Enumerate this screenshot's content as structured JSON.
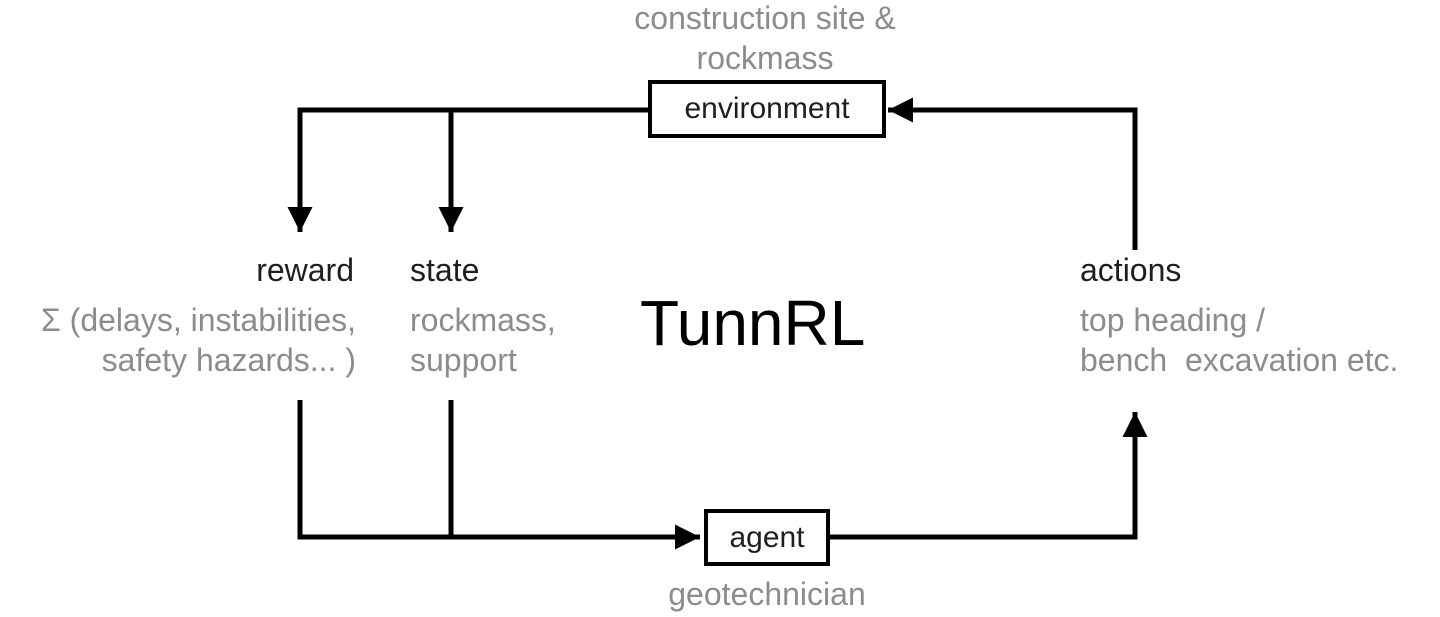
{
  "title": "TunnRL",
  "environment": {
    "label": "environment",
    "description_lines": [
      "construction site &",
      "rockmass"
    ]
  },
  "agent": {
    "label": "agent",
    "description": "geotechnician"
  },
  "reward": {
    "label": "reward",
    "description_lines": [
      "Σ (delays, instabilities,",
      "safety hazards... )"
    ]
  },
  "state": {
    "label": "state",
    "description_lines": [
      "rockmass,",
      "support"
    ]
  },
  "actions": {
    "label": "actions",
    "description_lines": [
      "top heading /",
      "bench  excavation etc."
    ]
  },
  "colors": {
    "line": "#000000",
    "label": "#1e1e1e",
    "description": "#8c8c8c"
  }
}
